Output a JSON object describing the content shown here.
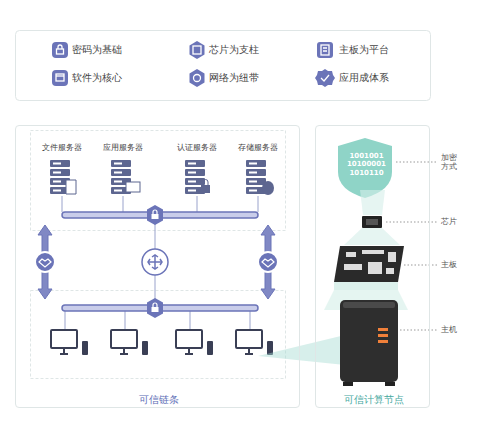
{
  "diagram": {
    "nodes": [
      {
        "text": [
          "可信链条"
        ]
      },
      {
        "text": [
          "可信计算节点"
        ]
      },
      {
        "text": [
          "1001001 10100001 1010110"
        ],
        "in": 1
      }
    ],
    "labels": [
      "密码为基础",
      "芯片为支柱",
      "主板为平台",
      "软件为核心",
      "网络为纽带",
      "应用成体系",
      "文件服务器",
      "应用服务器",
      "认证服务器",
      "存储服务器",
      "加密方式",
      "芯片",
      "主板",
      "主机"
    ]
  }
}
